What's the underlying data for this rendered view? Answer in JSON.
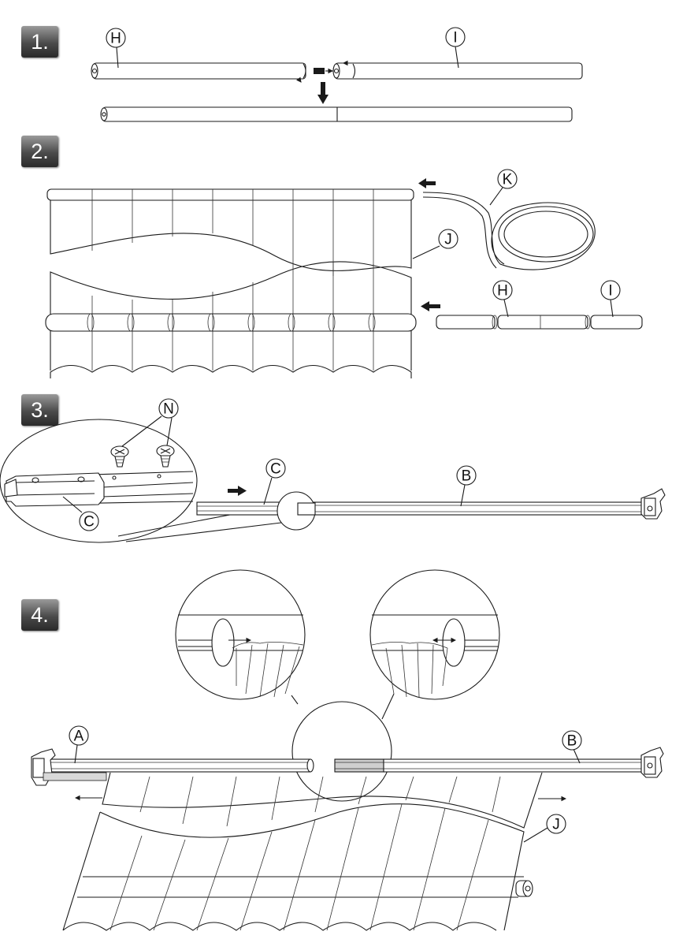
{
  "steps": [
    {
      "badge": "1."
    },
    {
      "badge": "2."
    },
    {
      "badge": "3."
    },
    {
      "badge": "4."
    }
  ],
  "callouts": {
    "step1_h": "H",
    "step1_i": "I",
    "step2_k": "K",
    "step2_j": "J",
    "step2_h": "H",
    "step2_i": "I",
    "step3_n": "N",
    "step3_c_detail": "C",
    "step3_c": "C",
    "step3_b": "B",
    "step4_a": "A",
    "step4_b": "B",
    "step4_j": "J"
  },
  "colors": {
    "line": "#1a1a1a",
    "badge_dark": "#2a2a2a",
    "badge_light": "#9a9a9a",
    "rail_shade": "#cfcfcf"
  }
}
